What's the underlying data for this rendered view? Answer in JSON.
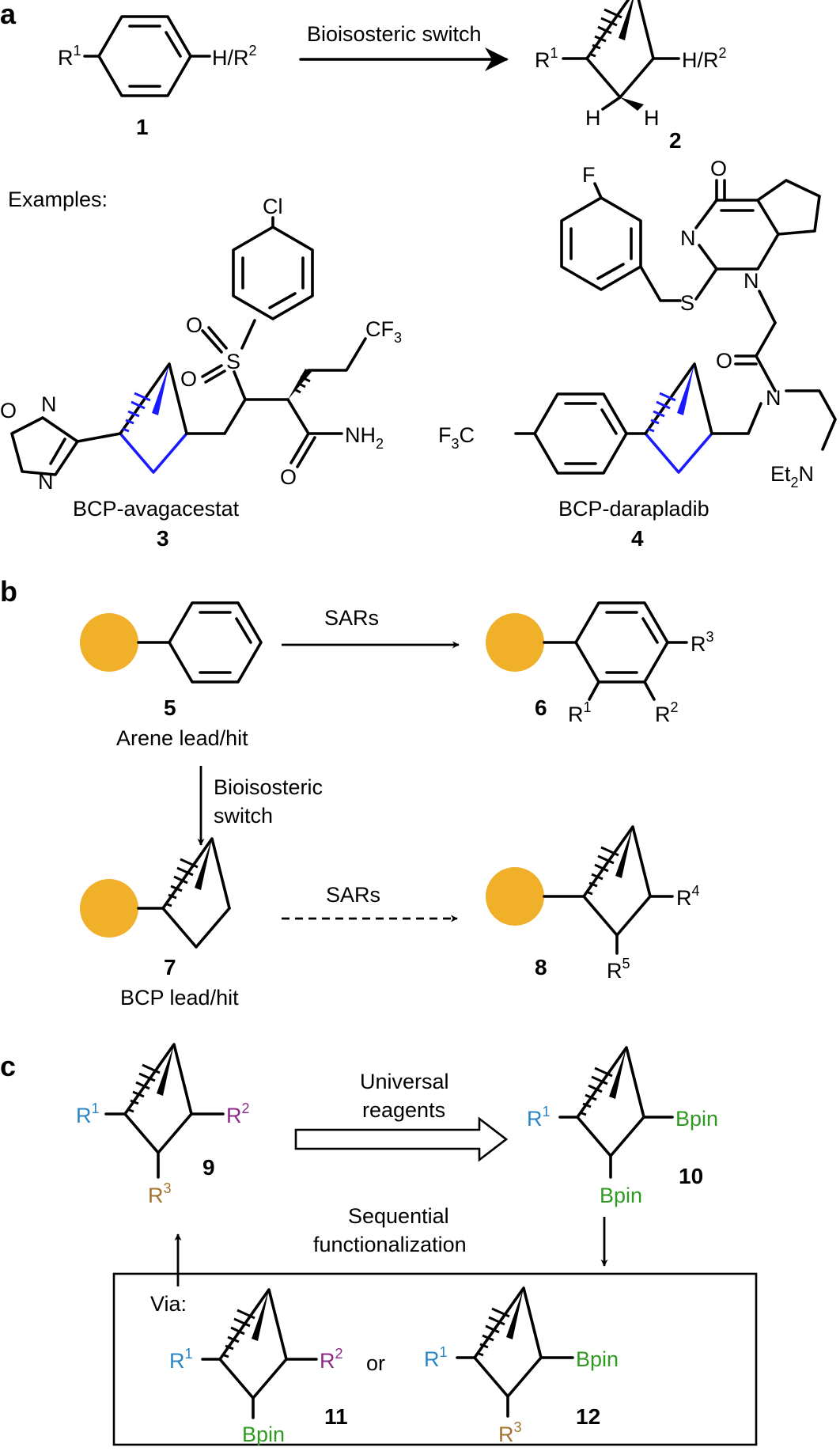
{
  "colors": {
    "bcp_highlight": "#1a1aff",
    "lead_circle": "#f0b02a",
    "r1_blue": "#2b86c5",
    "r2_purple": "#8b2a8b",
    "r3_brown": "#a3712e",
    "bpin_green": "#2f9a22"
  },
  "panel_a": {
    "label": "a",
    "arrow_text": "Bioisosteric switch",
    "cpd1": {
      "number": "1",
      "left": "R",
      "left_sup": "1",
      "right": "H/R",
      "right_sup": "2"
    },
    "cpd2": {
      "number": "2",
      "left": "R",
      "left_sup": "1",
      "right": "H/R",
      "right_sup": "2",
      "h1": "H",
      "h2": "H"
    },
    "examples_label": "Examples:",
    "cpd3": {
      "name": "BCP-avagacestat",
      "number": "3",
      "cl": "Cl",
      "cf3": "CF",
      "cf3_sub": "3",
      "o_ring": "O",
      "n1": "N",
      "n2": "N",
      "s": "S",
      "o1": "O",
      "o2": "O",
      "o_amide": "O",
      "nh2": "NH",
      "nh2_sub": "2"
    },
    "cpd4": {
      "name": "BCP-darapladib",
      "number": "4",
      "f": "F",
      "o_top": "O",
      "n1": "N",
      "n2": "N",
      "s": "S",
      "o_amide": "O",
      "n_amide": "N",
      "cf3": "F",
      "cf3_sub": "3",
      "cf3_c": "C",
      "et2n": "Et",
      "et2n_sub": "2",
      "et2n_n": "N"
    }
  },
  "panel_b": {
    "label": "b",
    "sar_top": "SARs",
    "sar_bottom": "SARs",
    "switch_line1": "Bioisosteric",
    "switch_line2": "switch",
    "cpd5": {
      "number": "5",
      "caption": "Arene lead/hit"
    },
    "cpd6": {
      "number": "6",
      "r1": "R",
      "r1_sup": "1",
      "r2": "R",
      "r2_sup": "2",
      "r3": "R",
      "r3_sup": "3"
    },
    "cpd7": {
      "number": "7",
      "caption": "BCP lead/hit"
    },
    "cpd8": {
      "number": "8",
      "r4": "R",
      "r4_sup": "4",
      "r5": "R",
      "r5_sup": "5"
    }
  },
  "panel_c": {
    "label": "c",
    "reagents_line1": "Universal",
    "reagents_line2": "reagents",
    "seq_line1": "Sequential",
    "seq_line2": "functionalization",
    "via": "Via:",
    "or": "or",
    "cpd9": {
      "number": "9",
      "r1": "R",
      "r1_sup": "1",
      "r2": "R",
      "r2_sup": "2",
      "r3": "R",
      "r3_sup": "3"
    },
    "cpd10": {
      "number": "10",
      "r1": "R",
      "r1_sup": "1",
      "bpin1": "Bpin",
      "bpin2": "Bpin"
    },
    "cpd11": {
      "number": "11",
      "r1": "R",
      "r1_sup": "1",
      "r2": "R",
      "r2_sup": "2",
      "bpin": "Bpin"
    },
    "cpd12": {
      "number": "12",
      "r1": "R",
      "r1_sup": "1",
      "r3": "R",
      "r3_sup": "3",
      "bpin": "Bpin"
    }
  }
}
